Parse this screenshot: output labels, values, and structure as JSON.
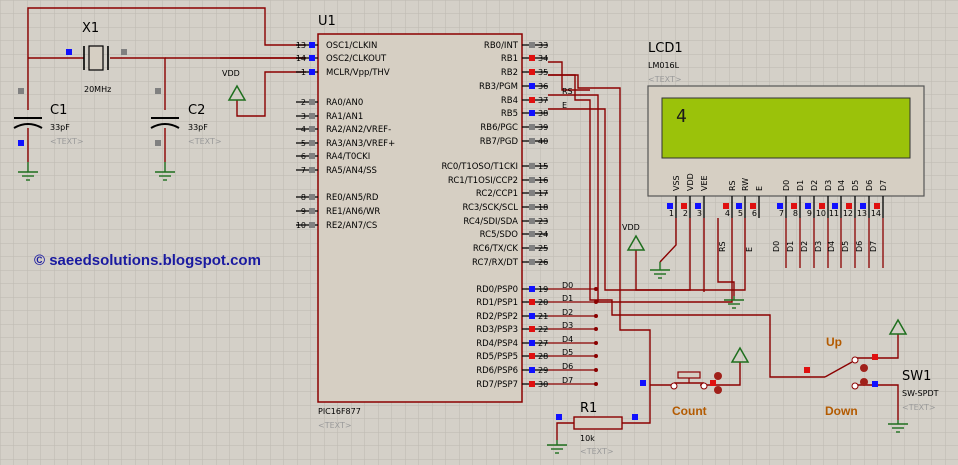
{
  "mcu": {
    "ref": "U1",
    "part": "PIC16F877",
    "placeholder": "<TEXT>",
    "left_pins": [
      {
        "num": "13",
        "name": "OSC1/CLKIN"
      },
      {
        "num": "14",
        "name": "OSC2/CLKOUT"
      },
      {
        "num": "1",
        "name": "MCLR/Vpp/THV"
      },
      {
        "num": "2",
        "name": "RA0/AN0"
      },
      {
        "num": "3",
        "name": "RA1/AN1"
      },
      {
        "num": "4",
        "name": "RA2/AN2/VREF-"
      },
      {
        "num": "5",
        "name": "RA3/AN3/VREF+"
      },
      {
        "num": "6",
        "name": "RA4/T0CKI"
      },
      {
        "num": "7",
        "name": "RA5/AN4/SS"
      },
      {
        "num": "8",
        "name": "RE0/AN5/RD"
      },
      {
        "num": "9",
        "name": "RE1/AN6/WR"
      },
      {
        "num": "10",
        "name": "RE2/AN7/CS"
      }
    ],
    "right_pins": [
      {
        "num": "33",
        "name": "RB0/INT"
      },
      {
        "num": "34",
        "name": "RB1"
      },
      {
        "num": "35",
        "name": "RB2"
      },
      {
        "num": "36",
        "name": "RB3/PGM"
      },
      {
        "num": "37",
        "name": "RB4"
      },
      {
        "num": "38",
        "name": "RB5"
      },
      {
        "num": "39",
        "name": "RB6/PGC"
      },
      {
        "num": "40",
        "name": "RB7/PGD"
      },
      {
        "num": "15",
        "name": "RC0/T1OSO/T1CKI"
      },
      {
        "num": "16",
        "name": "RC1/T1OSI/CCP2"
      },
      {
        "num": "17",
        "name": "RC2/CCP1"
      },
      {
        "num": "18",
        "name": "RC3/SCK/SCL"
      },
      {
        "num": "23",
        "name": "RC4/SDI/SDA"
      },
      {
        "num": "24",
        "name": "RC5/SDO"
      },
      {
        "num": "25",
        "name": "RC6/TX/CK"
      },
      {
        "num": "26",
        "name": "RC7/RX/DT"
      },
      {
        "num": "19",
        "name": "RD0/PSP0"
      },
      {
        "num": "20",
        "name": "RD1/PSP1"
      },
      {
        "num": "21",
        "name": "RD2/PSP2"
      },
      {
        "num": "22",
        "name": "RD3/PSP3"
      },
      {
        "num": "27",
        "name": "RD4/PSP4"
      },
      {
        "num": "28",
        "name": "RD5/PSP5"
      },
      {
        "num": "29",
        "name": "RD6/PSP6"
      },
      {
        "num": "30",
        "name": "RD7/PSP7"
      }
    ],
    "net_labels": [
      "RS",
      "E",
      "D0",
      "D1",
      "D2",
      "D3",
      "D4",
      "D5",
      "D6",
      "D7"
    ]
  },
  "crystal": {
    "ref": "X1",
    "value": "20MHz"
  },
  "c1": {
    "ref": "C1",
    "value": "33pF",
    "placeholder": "<TEXT>"
  },
  "c2": {
    "ref": "C2",
    "value": "33pF",
    "placeholder": "<TEXT>"
  },
  "vdd_label": "VDD",
  "lcd": {
    "ref": "LCD1",
    "part": "LM016L",
    "placeholder": "<TEXT>",
    "display_text": "4",
    "pin_names": [
      "VSS",
      "VDD",
      "VEE",
      "RS",
      "RW",
      "E",
      "D0",
      "D1",
      "D2",
      "D3",
      "D4",
      "D5",
      "D6",
      "D7"
    ],
    "pin_nums": [
      "1",
      "2",
      "3",
      "4",
      "5",
      "6",
      "7",
      "8",
      "9",
      "10",
      "11",
      "12",
      "13",
      "14"
    ],
    "net_labels": [
      "RS",
      "E",
      "D0",
      "D1",
      "D2",
      "D3",
      "D4",
      "D5",
      "D6",
      "D7"
    ],
    "vdd_label": "VDD"
  },
  "r1": {
    "ref": "R1",
    "value": "10k",
    "placeholder": "<TEXT>"
  },
  "count_button": {
    "label": "Count"
  },
  "sw1": {
    "ref": "SW1",
    "part": "SW-SPDT",
    "placeholder": "<TEXT>",
    "up_label": "Up",
    "down_label": "Down"
  },
  "watermark": "© saeedsolutions.blogspot.com",
  "colors": {
    "background": "#d4d0c8",
    "grid": "#bdb9b1",
    "wire": "#8b0000",
    "ground": "#1e6f1e",
    "chip_fill": "#d6cfc3",
    "lcd_screen": "#9bc20a",
    "pin_blue": "#1010ff",
    "pin_red": "#e01010",
    "watermark": "#1a1aa0",
    "label_orange": "#b35a00"
  }
}
